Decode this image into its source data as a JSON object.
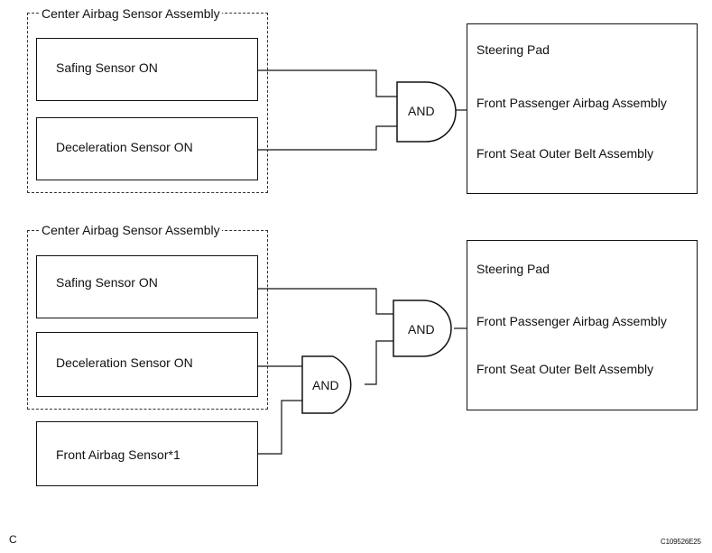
{
  "diagram_top": {
    "group_title": "Center Airbag Sensor Assembly",
    "sensor_1": "Safing Sensor ON",
    "sensor_2": "Deceleration Sensor ON",
    "gate": "AND",
    "outputs": [
      "Steering Pad",
      "Front Passenger Airbag Assembly",
      "Front Seat Outer Belt Assembly"
    ]
  },
  "diagram_bottom": {
    "group_title": "Center Airbag Sensor Assembly",
    "sensor_1": "Safing Sensor ON",
    "sensor_2": "Deceleration Sensor ON",
    "external_sensor": "Front Airbag Sensor*1",
    "gate_inner": "AND",
    "gate_outer": "AND",
    "outputs": [
      "Steering Pad",
      "Front Passenger Airbag Assembly",
      "Front Seat Outer Belt Assembly"
    ]
  },
  "corner_letter": "C",
  "figure_code": "C109526E25"
}
